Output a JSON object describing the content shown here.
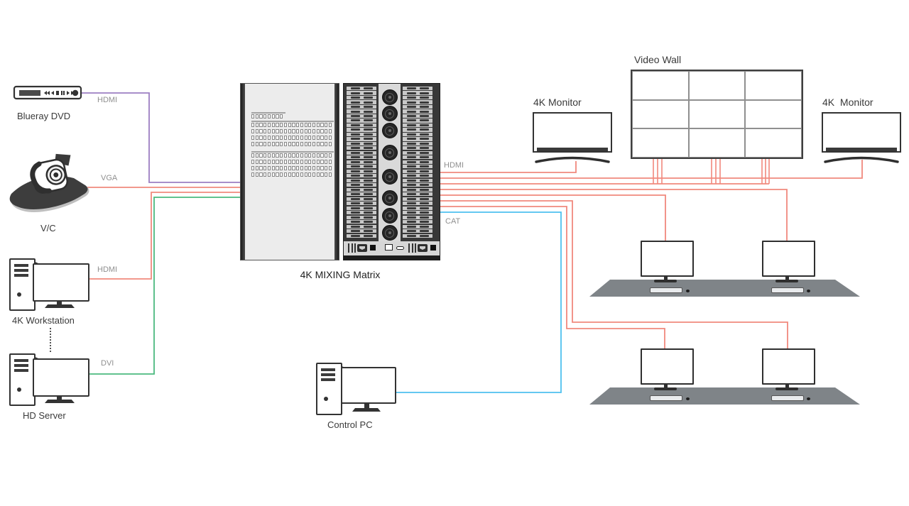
{
  "devices": {
    "blueray": {
      "label": "Blueray DVD",
      "cable_label": "HDMI"
    },
    "vc": {
      "label": "V/C",
      "cable_label": "VGA"
    },
    "workstation": {
      "label": "4K Workstation",
      "cable_label": "HDMI"
    },
    "hd_server": {
      "label": "HD Server",
      "cable_label": "DVI"
    },
    "control_pc": {
      "label": "Control PC"
    },
    "matrix": {
      "label": "4K MIXING Matrix",
      "outputs": {
        "hdmi_label": "HDMI",
        "cat_label": "CAT"
      },
      "front": {
        "top_row_buttons": 8,
        "buttons_per_row": 20,
        "group_row_tops": [
          [
            55,
            64,
            73,
            82
          ],
          [
            98,
            107,
            116,
            125
          ]
        ]
      },
      "rear": {
        "slot_rows": 33,
        "fan_count": 8
      }
    },
    "monitor_left": {
      "label": "4K Monitor"
    },
    "monitor_right": {
      "label": "4K  Monitor"
    },
    "video_wall": {
      "label": "Video Wall",
      "rows": 3,
      "cols": 3
    },
    "desks": {
      "count": 2,
      "monitors_per_desk": 2
    }
  },
  "colors": {
    "purple": "#9c7ec2",
    "red": "#f1897d",
    "green": "#4bb97f",
    "cyan": "#4ec1ef"
  }
}
